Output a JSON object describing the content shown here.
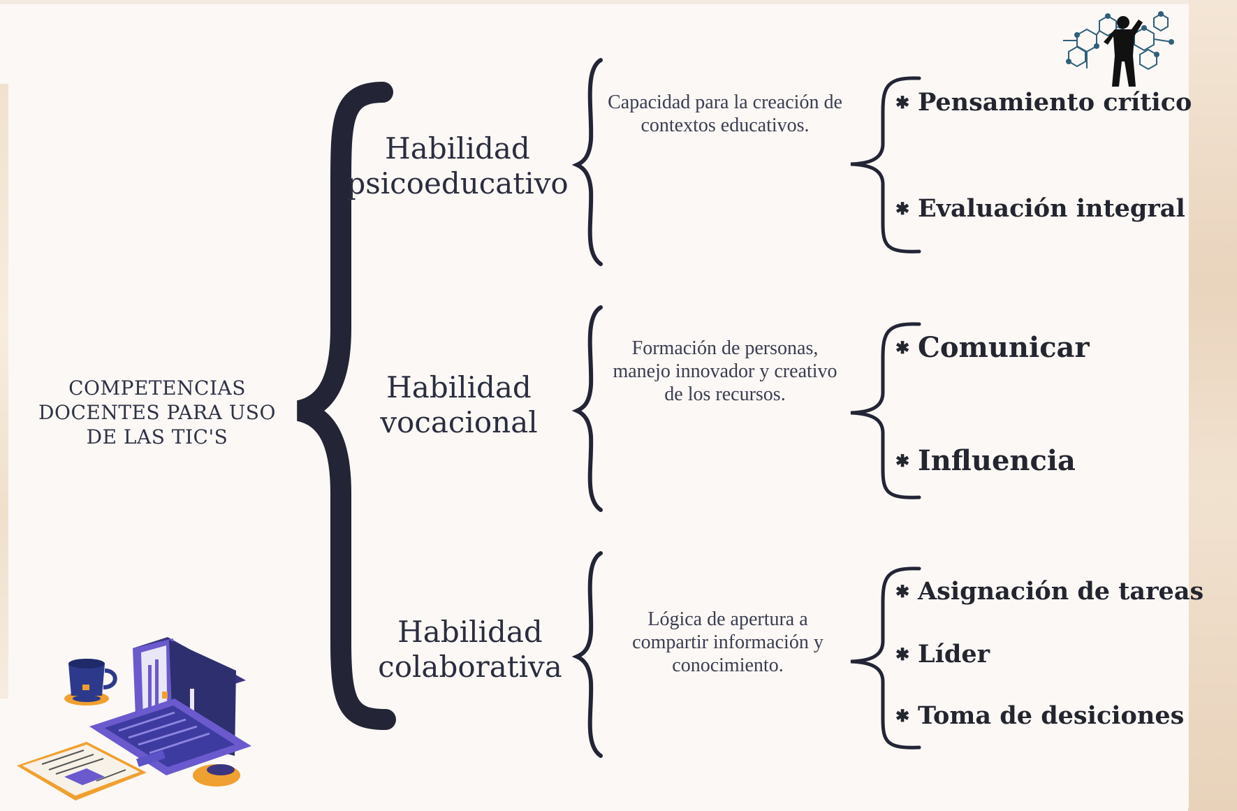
{
  "root_label": "COMPETENCIAS DOCENTES PARA USO DE LAS TIC'S",
  "branches": [
    {
      "title": "Habilidad psicoeducativo",
      "description": "Capacidad para la creación de contextos educativos.",
      "items": [
        "Pensamiento crítico",
        "Evaluación integral"
      ]
    },
    {
      "title": "Habilidad vocacional",
      "description": "Formación de personas, manejo innovador y creativo de los recursos.",
      "items": [
        "Comunicar",
        "Influencia"
      ]
    },
    {
      "title": "Habilidad colaborativa",
      "description": "Lógica de apertura a compartir información y conocimiento.",
      "items": [
        "Asignación de tareas",
        "Líder",
        "Toma de desiciones"
      ]
    }
  ],
  "bullet_glyph": "✱",
  "colors": {
    "brace": "#232536",
    "text": "#2a2d3e",
    "background": "#fbf8f5",
    "laptop": "#6a5acd",
    "accent": "#f0a030"
  },
  "icons": [
    "networked-person-icon",
    "laptop-workspace-icon"
  ]
}
